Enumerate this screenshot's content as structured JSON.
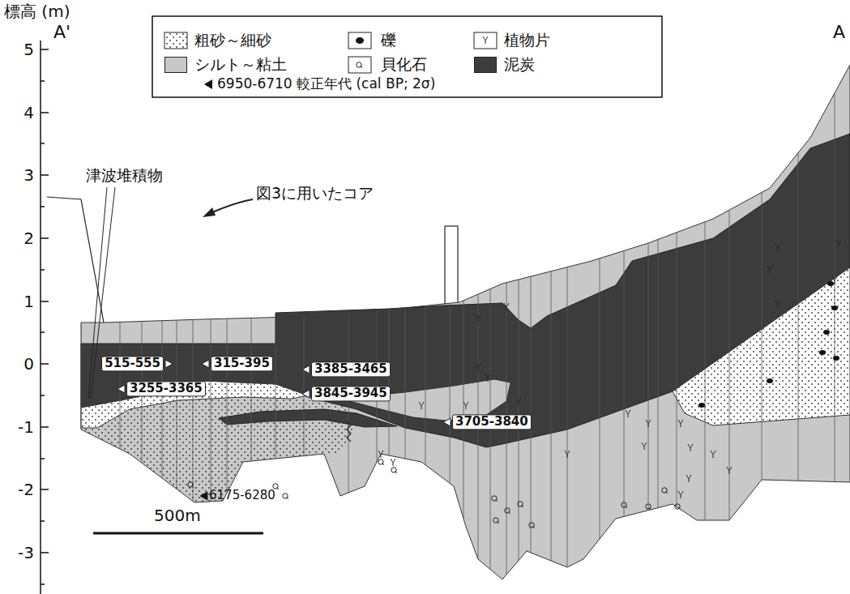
{
  "diagram": {
    "labels": [
      "標高 (m)",
      "5",
      "4",
      "3",
      "2",
      "1",
      "0",
      "-1",
      "-2",
      "-3",
      "A'",
      "A",
      "津波堆積物",
      "図3に用いたコア",
      "515-555",
      "315-395",
      "3255-3365",
      "3385-3465",
      "3845-3945",
      "3705-3840",
      "6175-6280",
      "500m"
    ],
    "legend": [
      {
        "text": "粗砂～細砂"
      },
      {
        "text": "礫"
      },
      {
        "text": "植物片"
      },
      {
        "text": "シルト～粘土",
        "color": "#c8c8c8"
      },
      {
        "text": "貝化石"
      },
      {
        "text": "泥炭",
        "color": "#3c3c3c"
      },
      {
        "text": "6950-6710 較正年代 (cal BP; 2σ)"
      }
    ]
  }
}
